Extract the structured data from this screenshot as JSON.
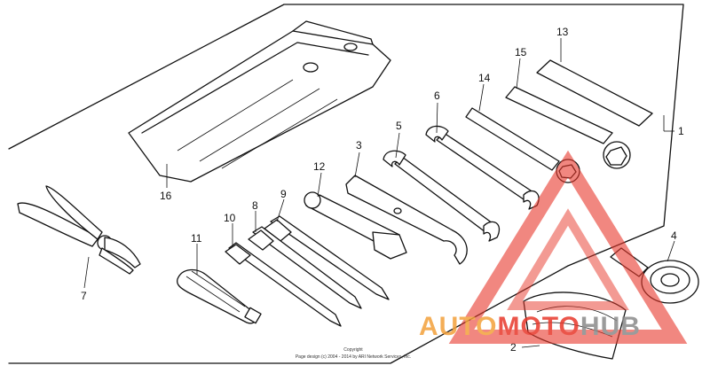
{
  "diagram": {
    "callouts": {
      "c1": "1",
      "c2": "2",
      "c3": "3",
      "c4": "4",
      "c5": "5",
      "c6": "6",
      "c7": "7",
      "c8": "8",
      "c9": "9",
      "c10": "10",
      "c11": "11",
      "c12": "12",
      "c13": "13",
      "c14": "14",
      "c15": "15",
      "c16": "16"
    },
    "copyright": {
      "line1": "Copyright",
      "line2": "Page design (c) 2004 - 2014 by ARI Network Services, Inc."
    }
  },
  "watermark": {
    "part1": "AUTO",
    "part2": "MOTO",
    "part3": "HUB",
    "colors": {
      "red": "#e8382b",
      "orange": "#f3a03a",
      "gray": "#8a8a8a"
    }
  }
}
